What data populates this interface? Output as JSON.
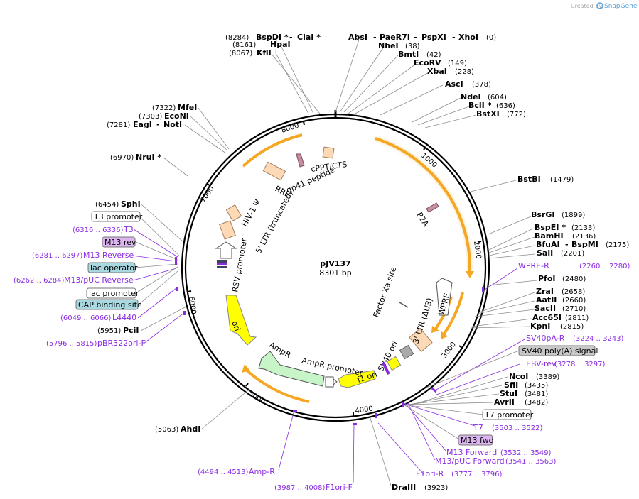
{
  "header": {
    "created_by": "Created by",
    "brand": "SnapGene"
  },
  "plasmid": {
    "name": "pJV137",
    "size": "8301 bp"
  },
  "ticks": [
    "1000",
    "2000",
    "3000",
    "4000",
    "5000",
    "6000",
    "7000",
    "8000"
  ],
  "sites": {
    "s0": {
      "name": "BspDI *",
      "pos": "(8284)"
    },
    "s0b": {
      "name": "ClaI *",
      "pos": ""
    },
    "s1": {
      "name": "HpaI",
      "pos": "(8161)"
    },
    "s2": {
      "name": "KflI",
      "pos": "(8067)"
    },
    "s3": {
      "name": "AbsI",
      "pos": ""
    },
    "s3b": {
      "name": "PaeR7I",
      "pos": ""
    },
    "s3c": {
      "name": "PspXI",
      "pos": ""
    },
    "s3d": {
      "name": "XhoI",
      "pos": "(0)"
    },
    "s4": {
      "name": "NheI",
      "pos": "(38)"
    },
    "s5": {
      "name": "BmtI",
      "pos": "(42)"
    },
    "s6": {
      "name": "EcoRV",
      "pos": "(149)"
    },
    "s7": {
      "name": "XbaI",
      "pos": "(228)"
    },
    "s8": {
      "name": "AscI",
      "pos": "(378)"
    },
    "s9": {
      "name": "NdeI",
      "pos": "(604)"
    },
    "s10": {
      "name": "BclI *",
      "pos": "(636)"
    },
    "s11": {
      "name": "BstXI",
      "pos": "(772)"
    },
    "s12": {
      "name": "BstBI",
      "pos": "(1479)"
    },
    "s13": {
      "name": "BsrGI",
      "pos": "(1899)"
    },
    "s14": {
      "name": "BspEI *",
      "pos": "(2133)"
    },
    "s15": {
      "name": "BamHI",
      "pos": "(2136)"
    },
    "s16": {
      "name": "BfuAI",
      "pos": ""
    },
    "s16b": {
      "name": "BspMI",
      "pos": "(2175)"
    },
    "s17": {
      "name": "SalI",
      "pos": "(2201)"
    },
    "s18": {
      "name": "PfoI",
      "pos": "(2480)"
    },
    "s19": {
      "name": "ZraI",
      "pos": "(2658)"
    },
    "s20": {
      "name": "AatII",
      "pos": "(2660)"
    },
    "s21": {
      "name": "SacII",
      "pos": "(2710)"
    },
    "s22": {
      "name": "Acc65I",
      "pos": "(2811)"
    },
    "s23": {
      "name": "KpnI",
      "pos": "(2815)"
    },
    "s24": {
      "name": "NcoI",
      "pos": "(3389)"
    },
    "s25": {
      "name": "SfiI",
      "pos": "(3435)"
    },
    "s26": {
      "name": "StuI",
      "pos": "(3481)"
    },
    "s27": {
      "name": "AvrII",
      "pos": "(3482)"
    },
    "s28": {
      "name": "DraIII",
      "pos": "(3923)"
    },
    "s29": {
      "name": "AhdI",
      "pos": "(5063)"
    },
    "s30": {
      "name": "PciI",
      "pos": "(5951)"
    },
    "s31": {
      "name": "SphI",
      "pos": "(6454)"
    },
    "s32": {
      "name": "NruI *",
      "pos": "(6970)"
    },
    "s33": {
      "name": "EagI",
      "pos": "(7281)"
    },
    "s33b": {
      "name": "NotI",
      "pos": ""
    },
    "s34": {
      "name": "EcoNI",
      "pos": "(7303)"
    },
    "s35": {
      "name": "MfeI",
      "pos": "(7322)"
    }
  },
  "primers": {
    "p1": {
      "name": "WPRE-R",
      "pos": "(2260 .. 2280)"
    },
    "p2": {
      "name": "SV40pA-R",
      "pos": "(3224 .. 3243)"
    },
    "p3": {
      "name": "EBV-rev",
      "pos": "(3278 .. 3297)"
    },
    "p4": {
      "name": "T7",
      "pos": "(3503 .. 3522)"
    },
    "p5": {
      "name": "M13 Forward",
      "pos": "(3532 .. 3549)"
    },
    "p6": {
      "name": "M13/pUC Forward",
      "pos": "(3541 .. 3563)"
    },
    "p7": {
      "name": "F1ori-R",
      "pos": "(3777 .. 3796)"
    },
    "p8": {
      "name": "F1ori-F",
      "pos": "(3987 .. 4008)"
    },
    "p9": {
      "name": "Amp-R",
      "pos": "(4494 .. 4513)"
    },
    "p10": {
      "name": "pBR322ori-F",
      "pos": "(5796 .. 5815)"
    },
    "p11": {
      "name": "L4440",
      "pos": "(6049 .. 6066)"
    },
    "p12": {
      "name": "M13/pUC Reverse",
      "pos": "(6262 .. 6284)"
    },
    "p13": {
      "name": "M13 Reverse",
      "pos": "(6281 .. 6297)"
    },
    "p14": {
      "name": "T3",
      "pos": "(6316 .. 6336)"
    }
  },
  "boxes": {
    "b1": {
      "text": "SV40 poly(A) signal",
      "color": "#c8c8c8"
    },
    "b2": {
      "text": "T7 promoter",
      "color": "#ffffff"
    },
    "b3": {
      "text": "M13 fwd",
      "color": "#dcb4f0"
    },
    "b4": {
      "text": "T3 promoter",
      "color": "#ffffff"
    },
    "b5": {
      "text": "M13 rev",
      "color": "#dcb4f0"
    },
    "b6": {
      "text": "lac operator",
      "color": "#a8d8e0"
    },
    "b7": {
      "text": "lac promoter",
      "color": "#ffffff"
    },
    "b8": {
      "text": "CAP binding site",
      "color": "#a8d8e0"
    }
  },
  "features": {
    "rre": "RRE",
    "gp41": "gp41 peptide",
    "cppt": "cPPT/CTS",
    "psi": "HIV-1 Ψ",
    "ltr5": "5' LTR (truncated)",
    "rsv": "RSV promoter",
    "p2a": "P2A",
    "factorxa": "Factor Xa site",
    "wpre": "WPRE",
    "ltr3": "3' LTR (ΔU3)",
    "sv40ori": "SV40 ori",
    "f1ori": "f1 ori",
    "ampprom": "AmpR promoter",
    "ampr": "AmpR",
    "ori": "ori"
  },
  "colors": {
    "orange": "#f5a623",
    "yellow": "#ffff00",
    "green": "#c8f5c8",
    "peach": "#fdd9b5",
    "primer": "#8a2be2",
    "pink": "#c58fa0"
  }
}
